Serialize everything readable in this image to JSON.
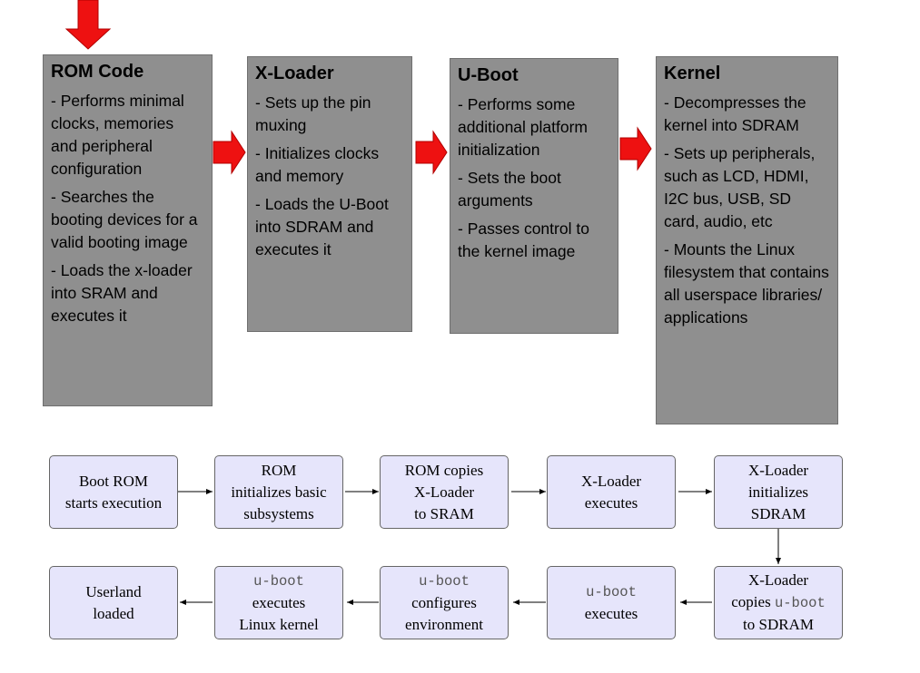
{
  "stages": [
    {
      "title": "ROM Code",
      "items": [
        "- Performs minimal clocks, memories and peripheral configuration",
        "- Searches the booting devices for a valid booting image",
        "- Loads the x-loader into SRAM and executes it"
      ]
    },
    {
      "title": "X-Loader",
      "items": [
        "- Sets up the pin muxing",
        "- Initializes clocks and memory",
        "- Loads the U-Boot into SDRAM and executes it"
      ]
    },
    {
      "title": "U-Boot",
      "items": [
        "- Performs some additional platform initialization",
        "- Sets the boot arguments",
        "- Passes control to the kernel image"
      ]
    },
    {
      "title": "Kernel",
      "items": [
        "- Decompresses the kernel into SDRAM",
        "- Sets up peripherals, such as LCD, HDMI, I2C bus, USB, SD card, audio, etc",
        "- Mounts the Linux filesystem that contains all userspace libraries/ applications"
      ]
    }
  ],
  "flow": {
    "row1": [
      {
        "lines": [
          {
            "text": "Boot ROM"
          },
          {
            "text": "starts execution"
          }
        ]
      },
      {
        "lines": [
          {
            "text": "ROM"
          },
          {
            "text": "initializes basic"
          },
          {
            "text": "subsystems"
          }
        ]
      },
      {
        "lines": [
          {
            "text": "ROM copies"
          },
          {
            "text": "X-Loader"
          },
          {
            "text": "to SRAM"
          }
        ]
      },
      {
        "lines": [
          {
            "text": "X-Loader"
          },
          {
            "text": "executes"
          }
        ]
      },
      {
        "lines": [
          {
            "text": "X-Loader"
          },
          {
            "text": "initializes"
          },
          {
            "text": "SDRAM"
          }
        ]
      }
    ],
    "row2": [
      {
        "lines": [
          {
            "text": "Userland"
          },
          {
            "text": "loaded"
          }
        ]
      },
      {
        "lines": [
          {
            "mono": "u-boot"
          },
          {
            "text": "executes"
          },
          {
            "text": "Linux kernel"
          }
        ]
      },
      {
        "lines": [
          {
            "mono": "u-boot"
          },
          {
            "text": "configures"
          },
          {
            "text": "environment"
          }
        ]
      },
      {
        "lines": [
          {
            "mono": "u-boot"
          },
          {
            "text": "executes"
          }
        ]
      },
      {
        "lines": [
          {
            "text": "X-Loader"
          },
          {
            "text": "copies ",
            "mono": "u-boot"
          },
          {
            "text": "to SDRAM"
          }
        ]
      }
    ]
  },
  "colors": {
    "stage_fill": "#8f8f8f",
    "arrow_red": "#ee1111",
    "flow_fill": "#e6e5fb"
  }
}
